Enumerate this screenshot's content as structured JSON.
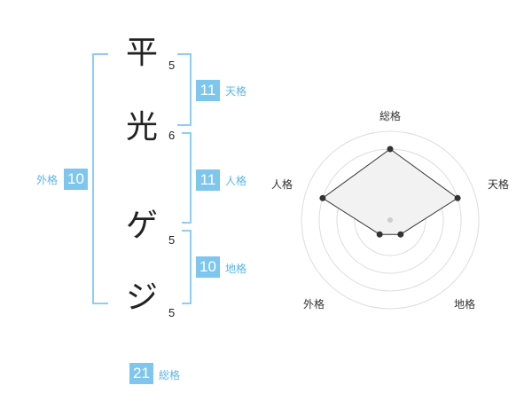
{
  "name": {
    "chars": [
      {
        "char": "平",
        "strokes": "5"
      },
      {
        "char": "光",
        "strokes": "6"
      },
      {
        "char": "ゲ",
        "strokes": "5"
      },
      {
        "char": "ジ",
        "strokes": "5"
      }
    ]
  },
  "kaku": {
    "tenkaku": {
      "value": "11",
      "label": "天格"
    },
    "jinkaku": {
      "value": "11",
      "label": "人格"
    },
    "chikaku": {
      "value": "10",
      "label": "地格"
    },
    "gaikaku": {
      "value": "10",
      "label": "外格"
    },
    "soukaku": {
      "value": "21",
      "label": "総格"
    }
  },
  "colors": {
    "accent": "#7fc6ef",
    "bracket": "#8ccff3",
    "text": "#222222"
  },
  "chart_data": {
    "type": "radar",
    "axes": [
      "総格",
      "天格",
      "地格",
      "外格",
      "人格"
    ],
    "values": [
      4,
      4,
      1,
      1,
      4
    ],
    "range": [
      0,
      5
    ],
    "rings": 4,
    "grid": true
  }
}
